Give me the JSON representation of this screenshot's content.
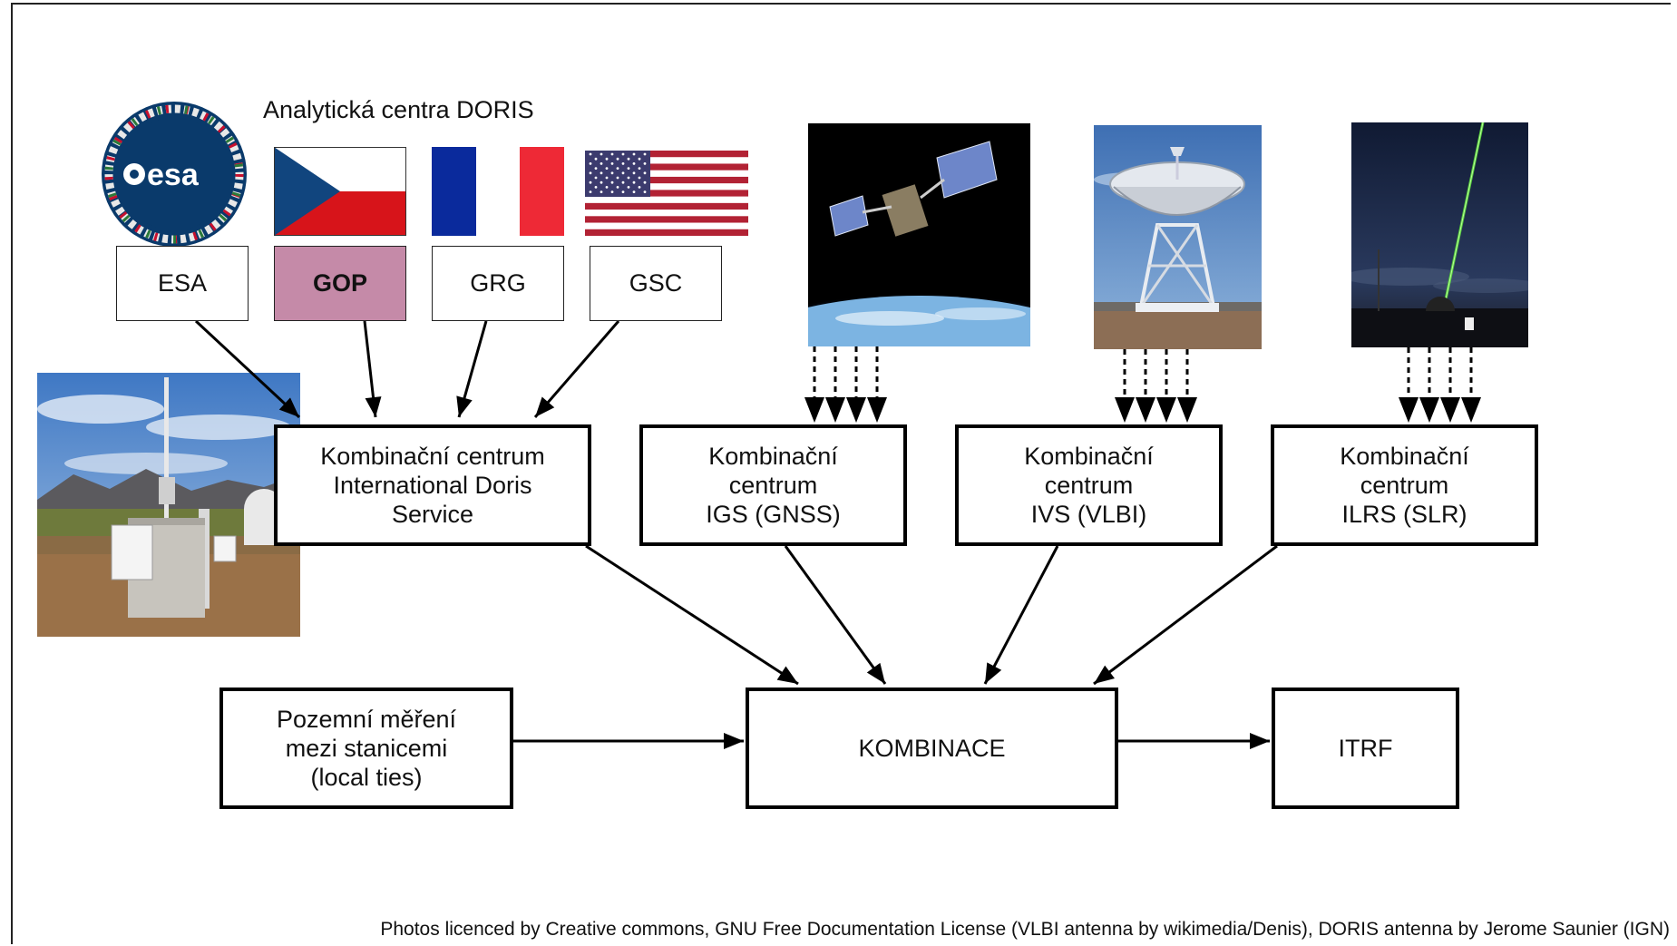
{
  "title": "Analytická centra DORIS",
  "analysis_centers": [
    {
      "label": "ESA",
      "highlight": false
    },
    {
      "label": "GOP",
      "highlight": true
    },
    {
      "label": "GRG",
      "highlight": false
    },
    {
      "label": "GSC",
      "highlight": false
    }
  ],
  "logos": {
    "esa_text": "esa",
    "esa_icon": "esa-logo",
    "flags": [
      "czech-flag",
      "french-flag",
      "us-flag"
    ]
  },
  "combination_centers": [
    {
      "label": "Kombinační centrum\nInternational Doris\nService"
    },
    {
      "label": "Kombinační\ncentrum\nIGS (GNSS)"
    },
    {
      "label": "Kombinační\ncentrum\nIVS (VLBI)"
    },
    {
      "label": "Kombinační\ncentrum\nILRS (SLR)"
    }
  ],
  "local_ties": "Pozemní měření\nmezi stanicemi\n(local ties)",
  "combination": "KOMBINACE",
  "result": "ITRF",
  "photos": [
    "doris-antenna-photo",
    "gnss-satellite-photo",
    "vlbi-antenna-photo",
    "slr-laser-photo"
  ],
  "credit": "Photos licenced by Creative commons, GNU Free Documentation License (VLBI antenna by wikimedia/Denis), DORIS antenna by Jerome Saunier (IGN)",
  "colors": {
    "highlight": "#c58aa8",
    "esa_blue": "#0a3a6b",
    "laser_green": "#5ddc3c"
  }
}
